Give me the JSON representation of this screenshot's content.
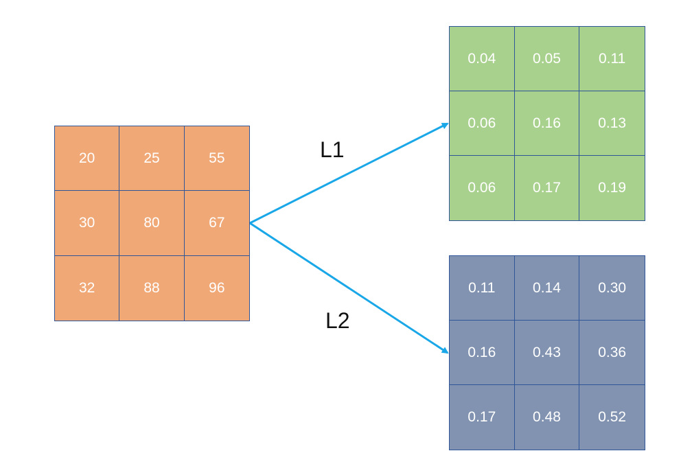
{
  "colors": {
    "input_fill": "#f0a877",
    "l1_fill": "#a9d18e",
    "l2_fill": "#8193b0",
    "grid_border": "#2e5597",
    "arrow": "#1aa7e8"
  },
  "input_matrix": [
    [
      "20",
      "25",
      "55"
    ],
    [
      "30",
      "80",
      "67"
    ],
    [
      "32",
      "88",
      "96"
    ]
  ],
  "l1": {
    "label": "L1",
    "matrix": [
      [
        "0.04",
        "0.05",
        "0.11"
      ],
      [
        "0.06",
        "0.16",
        "0.13"
      ],
      [
        "0.06",
        "0.17",
        "0.19"
      ]
    ]
  },
  "l2": {
    "label": "L2",
    "matrix": [
      [
        "0.11",
        "0.14",
        "0.30"
      ],
      [
        "0.16",
        "0.43",
        "0.36"
      ],
      [
        "0.17",
        "0.48",
        "0.52"
      ]
    ]
  }
}
